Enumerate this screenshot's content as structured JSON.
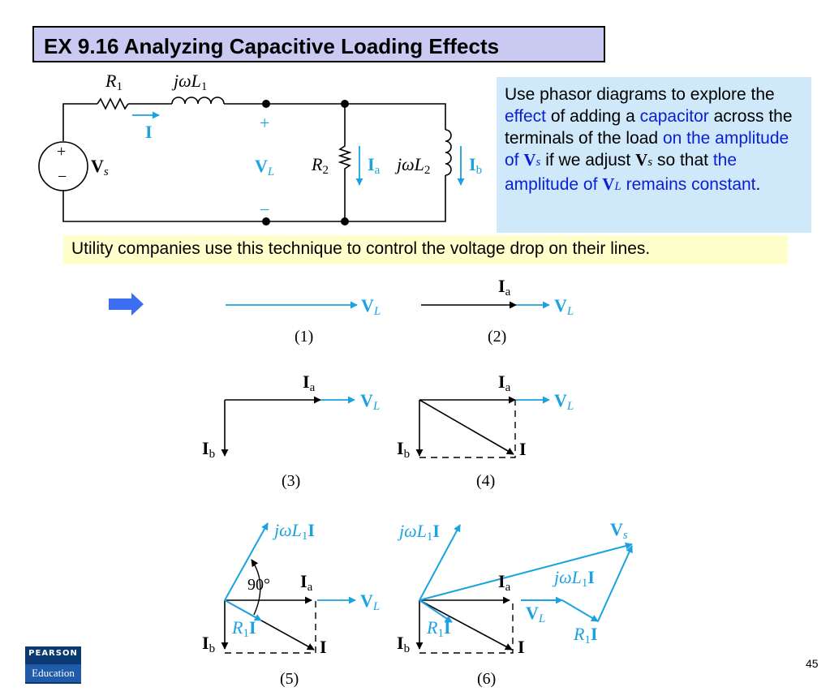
{
  "title": "EX 9.16 Analyzing Capacitive Loading Effects",
  "info": {
    "t1": "Use phasor diagrams to explore the ",
    "effect": "effect",
    "t2": " of adding a ",
    "capacitor": "capacitor",
    "t3": " across the terminals of the load ",
    "amp1": "on the amplitude of ",
    "vs_sym": "V",
    "vs_sub": "s",
    "t4": " if we adjust ",
    "t5": " so that ",
    "amp2": "the amplitude of ",
    "vl_sym": "V",
    "vl_sub": "L",
    "remains": " remains constant",
    "period": "."
  },
  "utility_note": "Utility companies use this technique to control the voltage drop on their lines.",
  "circuit": {
    "R1": "R",
    "R1_sub": "1",
    "jwL1": "jωL",
    "jwL1_sub": "1",
    "I": "I",
    "plus": "+",
    "minus": "−",
    "src_plus": "+",
    "src_minus": "−",
    "Vs": "V",
    "Vs_sub": "s",
    "VL": "V",
    "VL_sub": "L",
    "R2": "R",
    "R2_sub": "2",
    "Ia": "I",
    "Ia_sub": "a",
    "jwL2": "jωL",
    "jwL2_sub": "2",
    "Ib": "I",
    "Ib_sub": "b"
  },
  "phasor_labels": {
    "I": "I",
    "a": "a",
    "b": "b",
    "V": "V",
    "L": "L",
    "s": "s",
    "jwL": "jωL",
    "one": "1",
    "R": "R",
    "angle": "90°"
  },
  "diagram_captions": [
    "(1)",
    "(2)",
    "(3)",
    "(4)",
    "(5)",
    "(6)"
  ],
  "logo": {
    "line1": "PEARSON",
    "line2": "Education"
  },
  "page_number": "45",
  "colors": {
    "phasor_blue": "#1aa3e0",
    "title_bg": "#c9c9f2",
    "info_bg": "#cfe8fa",
    "note_bg": "#ffffcc",
    "text_blue": "#0a1fd4",
    "arrow_blue": "#3b6ef0"
  }
}
